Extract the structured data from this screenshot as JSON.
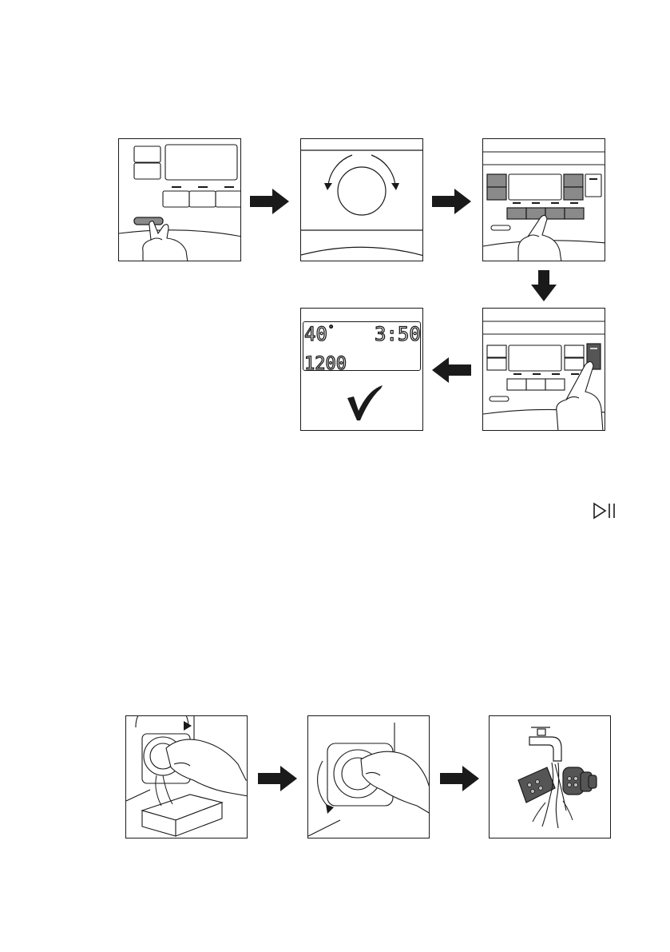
{
  "display": {
    "temperature": "40",
    "degree": "°",
    "time": "3:50",
    "spin": "1200"
  },
  "colors": {
    "ink": "#1a1a1a",
    "button_fill": "#8a8a8a",
    "button_dark": "#555555"
  },
  "icons": {
    "play_pause": "play-pause-icon",
    "checkmark": "checkmark-icon",
    "arrow": "arrow-icon",
    "hand": "hand-icon",
    "tap": "water-tap-icon"
  }
}
